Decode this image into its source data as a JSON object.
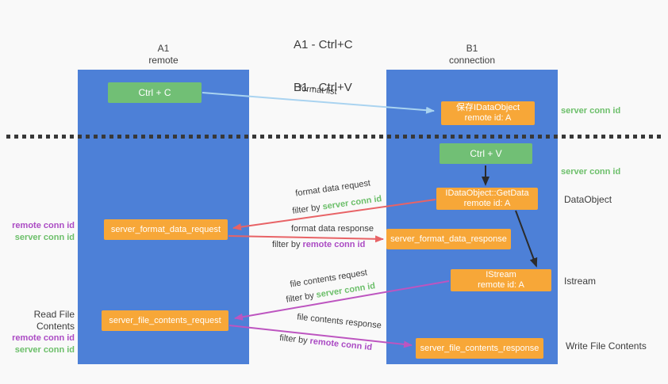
{
  "title": {
    "line1": "A1 - Ctrl+C",
    "line2": "B1 - Ctrl+V"
  },
  "lanes": {
    "a1": {
      "title": "A1",
      "subtitle": "remote"
    },
    "b1": {
      "title": "B1",
      "subtitle": "connection"
    }
  },
  "nodes": {
    "ctrl_c": {
      "label": "Ctrl + C"
    },
    "ctrl_v": {
      "label": "Ctrl + V"
    },
    "save_dataobject": {
      "line1": "保存IDataObject",
      "line2": "remote id: A"
    },
    "getdata": {
      "line1": "IDataObject::GetData",
      "line2": "remote id: A"
    },
    "istream": {
      "line1": "IStream",
      "line2": "remote id: A"
    },
    "server_format_data_request": {
      "label": "server_format_data_request"
    },
    "server_format_data_response": {
      "label": "server_format_data_response"
    },
    "server_file_contents_request": {
      "label": "server_file_contents_request"
    },
    "server_file_contents_response": {
      "label": "server_file_contents_response"
    }
  },
  "edge_labels": {
    "format_list": "format list",
    "format_data_request": "format data request",
    "filter_by_server_1": {
      "prefix": "filter by",
      "term": "server conn id"
    },
    "format_data_response": "format data response",
    "filter_by_remote_1": {
      "prefix": "filter by",
      "term": "remote conn id"
    },
    "file_contents_request": "file contents request",
    "filter_by_server_2": {
      "prefix": "filter by",
      "term": "server conn id"
    },
    "file_contents_response": "file contents response",
    "filter_by_remote_2": {
      "prefix": "filter by",
      "term": "remote conn id"
    }
  },
  "side_labels": {
    "server_conn_id_top": "server conn id",
    "server_conn_id_mid": "server conn id",
    "dataobject": "DataObject",
    "istream": "Istream",
    "write_file_contents": "Write File Contents",
    "read_file_contents": "Read File Contents",
    "remote_conn_id_1": "remote conn id",
    "server_conn_id_1": "server conn id",
    "remote_conn_id_2": "remote conn id",
    "server_conn_id_2": "server conn id"
  },
  "colors": {
    "bg": "#f9f9f9",
    "lane_blue": "#4d80d7",
    "box_green": "#71bf75",
    "box_orange": "#f7a738",
    "arrow_red": "#e86366",
    "arrow_magenta": "#bd55c0",
    "arrow_blue": "#a9d3f0",
    "arrow_black": "#2b2b2b",
    "text_green": "#6cbf6a",
    "text_purple": "#ab4bc4",
    "text_dark": "#3c3c3c"
  }
}
